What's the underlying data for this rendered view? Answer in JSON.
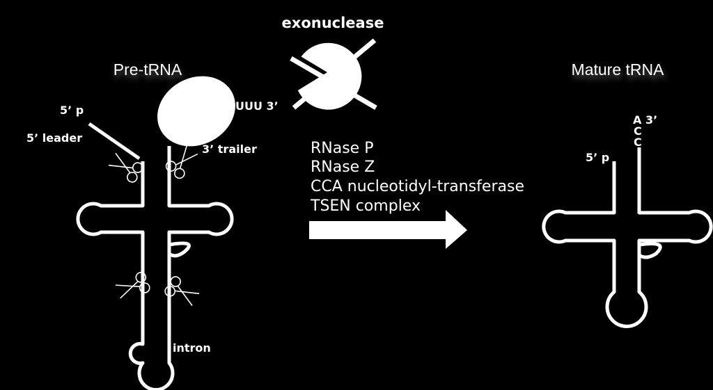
{
  "titles": {
    "pre_trna": "Pre-tRNA",
    "mature_trna": "Mature tRNA",
    "exonuclease": "exonuclease"
  },
  "pre_labels": {
    "five_p": "5’ p",
    "five_leader": "5’ leader",
    "uuu_3": "UUU 3’",
    "three_trailer": "3’ trailer",
    "intron": "intron"
  },
  "enzymes": [
    "RNase P",
    "RNase Z",
    "CCA nucleotidyl-transferase",
    "TSEN complex"
  ],
  "mature_labels": {
    "five_p": "5’ p",
    "a3": "A 3’",
    "c1": "C",
    "c2": "C"
  },
  "icons": [
    "scissors-icon",
    "pacman-enzyme-icon",
    "arrow-right-icon"
  ]
}
